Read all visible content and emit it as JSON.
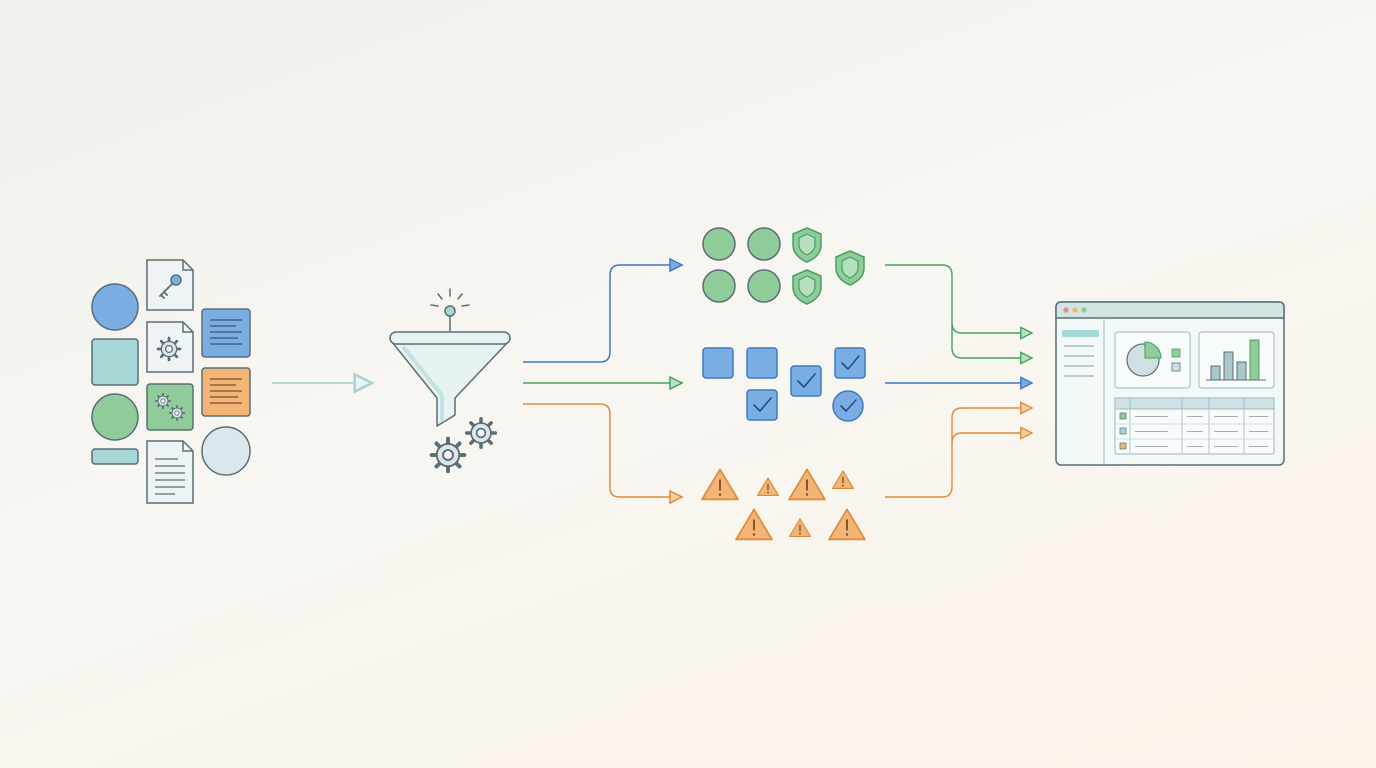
{
  "colors": {
    "stroke": "#5a6e74",
    "blue": "#7aaee3",
    "blue_dark": "#3f78c4",
    "green": "#8fcc9a",
    "green_dark": "#48a060",
    "orange": "#f2b477",
    "orange_dark": "#e08a3a",
    "teal": "#a7d6d6",
    "teal_line": "#a9d3cf",
    "paper": "#eef3f5",
    "gray_fill": "#dbe7ec"
  },
  "stages": [
    {
      "id": "input",
      "icon": "mixed-data-items-icon"
    },
    {
      "id": "filter",
      "icon": "funnel-with-gears-icon"
    },
    {
      "id": "sorted",
      "icon": "categorized-output-icons"
    },
    {
      "id": "output",
      "icon": "dashboard-window-icon"
    }
  ],
  "categories": [
    {
      "id": "secure",
      "color": "green",
      "icons": [
        "circle-icon",
        "circle-icon",
        "circle-icon",
        "circle-icon",
        "shield-icon",
        "shield-icon",
        "shield-icon"
      ]
    },
    {
      "id": "verified",
      "color": "blue",
      "icons": [
        "square-icon",
        "square-icon",
        "check-square-icon",
        "check-square-icon",
        "check-square-icon",
        "check-circle-icon"
      ]
    },
    {
      "id": "warning",
      "color": "orange",
      "icons": [
        "warning-triangle-icon",
        "warning-triangle-icon",
        "warning-triangle-icon",
        "warning-triangle-icon",
        "warning-triangle-icon",
        "warning-triangle-icon",
        "warning-triangle-icon"
      ]
    }
  ],
  "dashboard": {
    "bar_chart_values": [
      0.35,
      0.7,
      0.45,
      1.0
    ],
    "pie_slice_fraction": 0.25,
    "table_rows": 3,
    "table_columns": 5
  }
}
